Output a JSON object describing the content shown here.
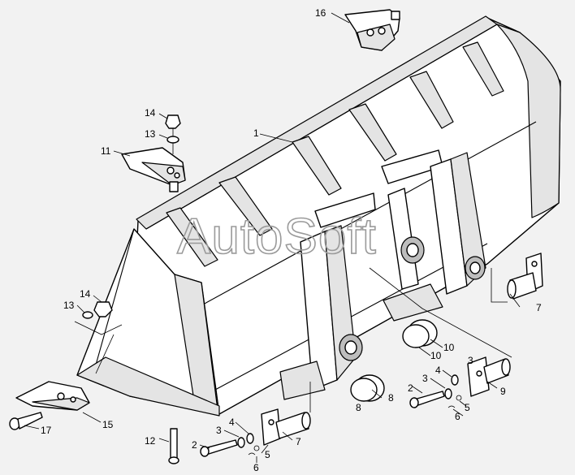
{
  "watermark": "AutoSoft",
  "callouts": {
    "c1": "1",
    "c2a": "2",
    "c2b": "2",
    "c3a": "3",
    "c3b": "3",
    "c3c": "3",
    "c4a": "4",
    "c4b": "4",
    "c5a": "5",
    "c5b": "5",
    "c6a": "6",
    "c6b": "6",
    "c7a": "7",
    "c7b": "7",
    "c8a": "8",
    "c8b": "8",
    "c9": "9",
    "c10a": "10",
    "c10b": "10",
    "c11": "11",
    "c12": "12",
    "c13a": "13",
    "c13b": "13",
    "c14a": "14",
    "c14b": "14",
    "c15": "15",
    "c16": "16",
    "c17": "17"
  }
}
